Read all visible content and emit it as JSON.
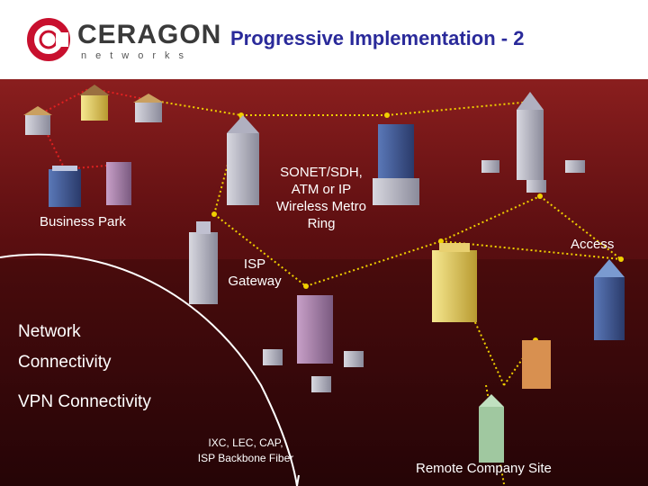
{
  "header": {
    "brand": "CERAGON",
    "brand_sub": "networks",
    "title": "Progressive Implementation - 2"
  },
  "labels": {
    "business_park": "Business Park",
    "ring_l1": "SONET/SDH,",
    "ring_l2": "ATM or IP",
    "ring_l3": "Wireless Metro",
    "ring_l4": "Ring",
    "access": "Access",
    "isp_l1": "ISP",
    "isp_l2": "Gateway",
    "network_l1": "Network",
    "network_l2": "Connectivity",
    "vpn": "VPN Connectivity",
    "backbone_l1": "IXC, LEC, CAP,",
    "backbone_l2": "ISP Backbone Fiber",
    "remote": "Remote Company Site"
  },
  "colors": {
    "title": "#2a2a9a",
    "logo_red": "#c8102e",
    "bg_top": "#8a1e1e",
    "bg_bottom": "#2c0608",
    "link_dots": "#f0d000",
    "link_dots_red": "#e02020",
    "label_text": "#ffffff",
    "fiber_line": "#ffffff"
  },
  "icons": [
    "ceragon-logo-icon",
    "office-tower-icon",
    "house-icon",
    "skyscraper-icon"
  ]
}
